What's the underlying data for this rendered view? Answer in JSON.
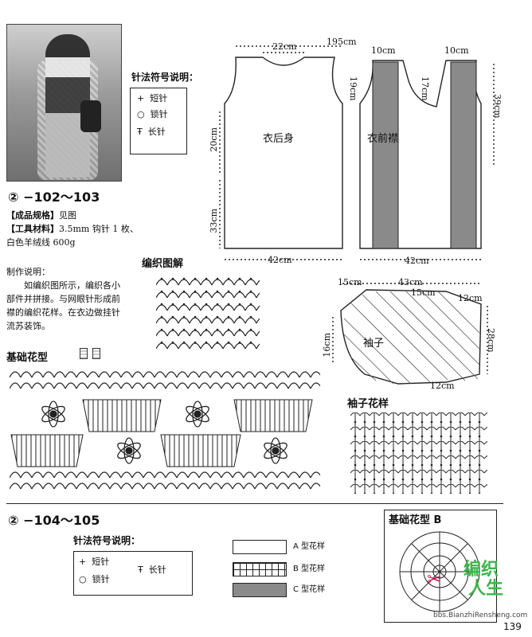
{
  "top_section": {
    "pattern_number": "② −102～103",
    "specs": [
      {
        "label": "【成品规格】",
        "value": "见图"
      },
      {
        "label": "【工具材料】",
        "value": "3.5mm 钩针 1 枚、"
      },
      {
        "label": "",
        "value": "白色羊绒线 600g"
      }
    ],
    "method_title": "制作说明：",
    "method_lines": [
      "如编织图所示，编织各小",
      "部件并拼接。与网眼针形成前",
      "襟的编织花样。在衣边做挂针",
      "流苏装饰。"
    ],
    "symbol_title": "针法符号说明：",
    "symbols": [
      {
        "glyph": "+",
        "name": "短针"
      },
      {
        "glyph": "○",
        "name": "锁针"
      },
      {
        "glyph": "Ŧ",
        "name": "长针"
      }
    ],
    "back_label": "衣后身",
    "front_label": "衣前襟",
    "sleeve_label": "袖子",
    "chart_title": "编织图解",
    "base_pattern_title": "基础花型",
    "sleeve_pattern_title": "袖子花样",
    "measurements": {
      "back_neck": "22cm",
      "shoulder_total": "195cm",
      "front_strip_a": "10cm",
      "front_strip_b": "10cm",
      "armhole_a": "19cm",
      "armhole_b": "17cm",
      "front_length": "39cm",
      "side_upper": "20cm",
      "side_lower": "33cm",
      "back_width": "42cm",
      "front_width": "42cm",
      "sleeve_top": "43cm",
      "sleeve_left": "15cm",
      "sleeve_mid": "15cm",
      "sleeve_right": "12cm",
      "sleeve_side": "16cm",
      "sleeve_length": "28cm",
      "sleeve_cuff": "12cm"
    }
  },
  "bottom_section": {
    "pattern_number": "② −104～105",
    "symbol_title": "针法符号说明：",
    "symbols": [
      {
        "glyph": "+",
        "name": "短针"
      },
      {
        "glyph": "○",
        "name": "锁针"
      },
      {
        "glyph": "Ŧ",
        "name": "长针"
      }
    ],
    "legend": [
      {
        "fill": "plain",
        "name": "A 型花样"
      },
      {
        "fill": "grid",
        "name": "B 型花样"
      },
      {
        "fill": "dark",
        "name": "C 型花样"
      }
    ],
    "base_b_title": "基础花型 B"
  },
  "watermark": {
    "line1": "编织",
    "line2": "人生",
    "url": "bbs.BianzhiRensheng.com"
  },
  "page_number": "139",
  "colors": {
    "line": "#222222",
    "fill_dark": "#8a8a8a",
    "watermark": "#3bb54a"
  }
}
